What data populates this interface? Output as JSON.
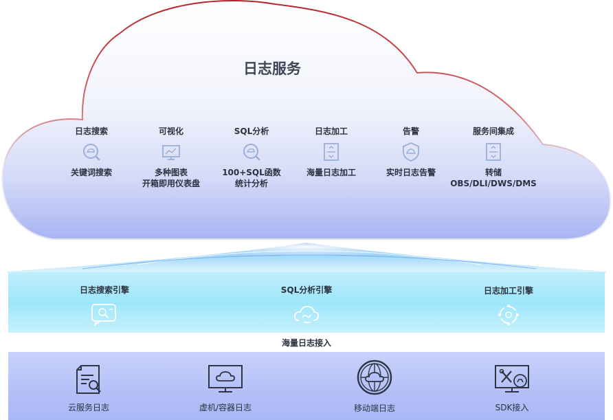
{
  "cloud": {
    "title": "日志服务",
    "features": [
      {
        "title": "日志搜索",
        "icon": "search-icon",
        "desc": [
          "关键词搜索"
        ]
      },
      {
        "title": "可视化",
        "icon": "monitor-chart-icon",
        "desc": [
          "多种图表",
          "开箱即用仪表盘"
        ]
      },
      {
        "title": "SQL分析",
        "icon": "search-icon",
        "desc": [
          "100+SQL函数",
          "统计分析"
        ]
      },
      {
        "title": "日志加工",
        "icon": "document-transfer-icon",
        "desc": [
          "海量日志加工"
        ]
      },
      {
        "title": "告警",
        "icon": "shield-alert-icon",
        "desc": [
          "实时日志告警"
        ]
      },
      {
        "title": "服务间集成",
        "icon": "document-transfer-icon",
        "desc": [
          "转储",
          "OBS/DLI/DWS/DMS"
        ]
      }
    ]
  },
  "engines": [
    {
      "label": "日志搜索引擎",
      "icon": "chat-search-icon"
    },
    {
      "label": "SQL分析引擎",
      "icon": "cloud-analysis-icon"
    },
    {
      "label": "日志加工引擎",
      "icon": "cycle-process-icon"
    }
  ],
  "ingest_label": "海量日志接入",
  "sources": [
    {
      "label": "云服务日志",
      "icon": "document-search-icon"
    },
    {
      "label": "虚机/容器日志",
      "icon": "monitor-cloud-icon"
    },
    {
      "label": "移动端日志",
      "icon": "globe-cloud-icon"
    },
    {
      "label": "SDK接入",
      "icon": "sdk-tools-icon"
    }
  ],
  "colors": {
    "cloud_outline": "#c0282e",
    "cloud_fill_top": "#ffffff",
    "cloud_fill_bottom": "#aab6f4",
    "engine_band": "#9ee6fb",
    "source_band": "#b3c0f7",
    "text": "#2c3240"
  }
}
